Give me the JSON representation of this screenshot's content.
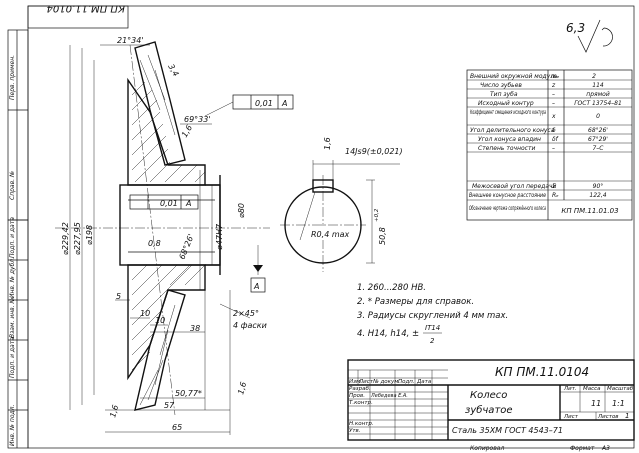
{
  "stamp_top": "КП ПМ.11.0104",
  "side_labels": [
    "Перв. примен.",
    "Справ. №",
    "Подп. и дата",
    "Инв. № дубл.",
    "Взам. инв. №",
    "Подп. и дата",
    "Инв. № подл."
  ],
  "roughness": "6,3",
  "dims": {
    "d_outer": "⌀229,42",
    "d_pitch": "⌀227,95",
    "d_back": "⌀198",
    "d_hub": "⌀80",
    "d_bore": "⌀47H7",
    "a_top": "21°34'",
    "a_face": "69°33'",
    "a_cone": "68°26'",
    "r_08": "0,8",
    "d5": "5",
    "d10a": "10",
    "d10b": "10",
    "d38": "38",
    "d50": "50,77*",
    "d57": "57",
    "d65": "65",
    "chamfer": "2×45°",
    "chamfer_note": "4 фаски",
    "rough16": "1,6",
    "rough34": "3,4",
    "tol1": "0,01",
    "tol1_base": "A",
    "tol2": "0,01",
    "tol2_base": "A",
    "datum": "A",
    "key_w": "14Js9(±0,021)",
    "key_h": "50,8",
    "key_h_tol": "+0,2",
    "r04": "R0,4 max"
  },
  "param_table": [
    {
      "name": "Внешний окружной модуль",
      "sym": "mₑ",
      "val": "2"
    },
    {
      "name": "Число зубьев",
      "sym": "z",
      "val": "114"
    },
    {
      "name": "Тип зуба",
      "sym": "–",
      "val": "прямой"
    },
    {
      "name": "Исходный контур",
      "sym": "–",
      "val": "ГОСТ 13754–81"
    },
    {
      "name": "Коэффициент смещения исходного контура",
      "sym": "x",
      "val": "0"
    },
    {
      "name": "Угол делительного конуса",
      "sym": "δ",
      "val": "68°26'"
    },
    {
      "name": "Угол конуса впадин",
      "sym": "δf",
      "val": "67°29'"
    },
    {
      "name": "Степень точности",
      "sym": "–",
      "val": "7–С"
    },
    {
      "name": "Межосевой угол передачи",
      "sym": "Σ",
      "val": "90°"
    },
    {
      "name": "Внешнее конусное расстояние",
      "sym": "Rₑ",
      "val": "122,4"
    },
    {
      "name": "Обозначение чертежа сопряжённого колеса",
      "sym": "",
      "val": "КП ПМ.11.01.03"
    }
  ],
  "notes": [
    "1. 260...280 HB.",
    "2. * Размеры для справок.",
    "3. Радиусы скруглений 4 мм max.",
    "4. H14, h14, ±"
  ],
  "note_frac_top": "IT14",
  "note_frac_bottom": "2",
  "title_block": {
    "code": "КП ПМ.11.0104",
    "name1": "Колесо",
    "name2": "зубчатое",
    "material": "Сталь 35ХМ ГОСТ 4543–71",
    "lit": "Лит.",
    "mass": "Масса",
    "scale": "Масштаб",
    "scale_val": "1:1",
    "sheet": "Лист",
    "sheets": "Листов",
    "sheets_val": "1",
    "row_izm": "Изм.",
    "row_list": "Лист",
    "row_doc": "№ докум.",
    "row_sign": "Подп.",
    "row_date": "Дата",
    "razrab": "Разраб.",
    "prov": "Пров.",
    "prov_name": "Лебедева Е.А.",
    "tkontr": "Т.контр.",
    "nkontr": "Н.контр.",
    "utv": "Утв.",
    "mass_val": "11"
  },
  "footer": {
    "copied": "Копировал",
    "format": "Формат",
    "format_val": "А3"
  }
}
